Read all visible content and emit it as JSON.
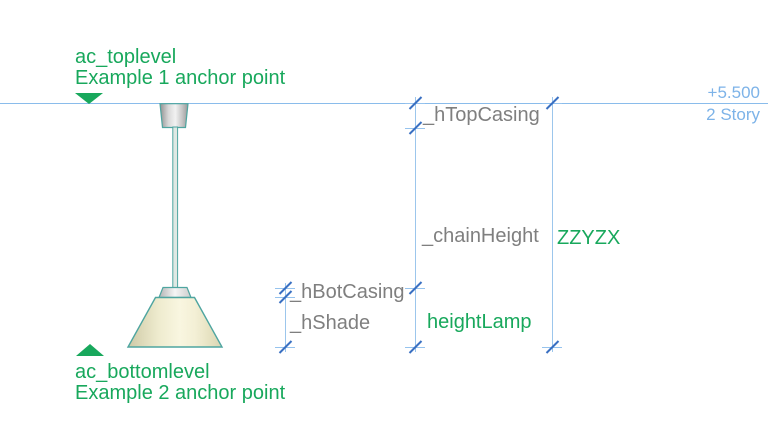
{
  "level": {
    "elevation": "+5.500",
    "story": "2 Story"
  },
  "anchors": {
    "top_name": "ac_toplevel",
    "top_desc": "Example 1 anchor point",
    "bottom_name": "ac_bottomlevel",
    "bottom_desc": "Example 2 anchor point"
  },
  "dimensions": {
    "h_top_casing": "_hTopCasing",
    "chain_height": "_chainHeight",
    "h_bot_casing": "_hBotCasing",
    "h_shade": "_hShade",
    "height_lamp": "heightLamp",
    "zzyzx": "ZZYZX"
  },
  "icons": {
    "anchor_top_marker": "triangle-down",
    "anchor_bottom_marker": "triangle-up",
    "dimension_tick": "slash-tick"
  },
  "colors": {
    "anchor_green": "#18a85c",
    "param_gray": "#7f7f7f",
    "level_blue": "#7db3e8",
    "dim_line_blue": "#9cc6ec",
    "tick_slash_blue": "#3a70c2",
    "lamp_outline_teal": "#4ea5a0",
    "shade_cream": "#f9f6e0"
  }
}
